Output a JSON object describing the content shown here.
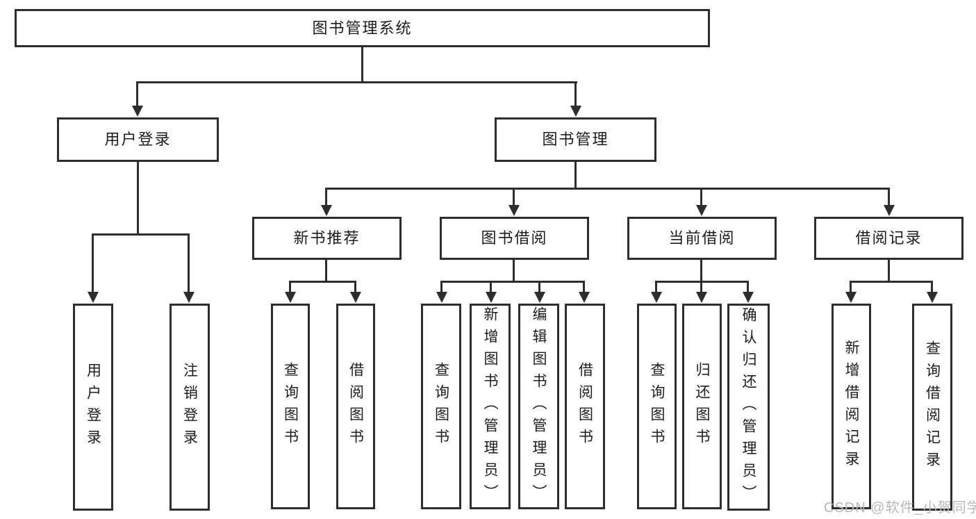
{
  "tree": {
    "label": "图书管理系统",
    "children": [
      {
        "label": "用户登录",
        "children": [
          {
            "label": "用户登录"
          },
          {
            "label": "注销登录"
          }
        ]
      },
      {
        "label": "图书管理",
        "children": [
          {
            "label": "新书推荐",
            "children": [
              {
                "label": "查询图书"
              },
              {
                "label": "借阅图书"
              }
            ]
          },
          {
            "label": "图书借阅",
            "children": [
              {
                "label": "查询图书"
              },
              {
                "label": "新增图书（管理员）"
              },
              {
                "label": "编辑图书（管理员）"
              },
              {
                "label": "借阅图书"
              }
            ]
          },
          {
            "label": "当前借阅",
            "children": [
              {
                "label": "查询图书"
              },
              {
                "label": "归还图书"
              },
              {
                "label": "确认归还（管理员）"
              }
            ]
          },
          {
            "label": "借阅记录",
            "children": [
              {
                "label": "新增借阅记录"
              },
              {
                "label": "查询借阅记录"
              }
            ]
          }
        ]
      }
    ]
  },
  "watermark": "CSDN @软件_小贺同学",
  "colors": {
    "line": "#2d2d2d",
    "box_background": "#ffffff",
    "text": "#1c1c1c",
    "watermark": "#b9b9b9"
  }
}
